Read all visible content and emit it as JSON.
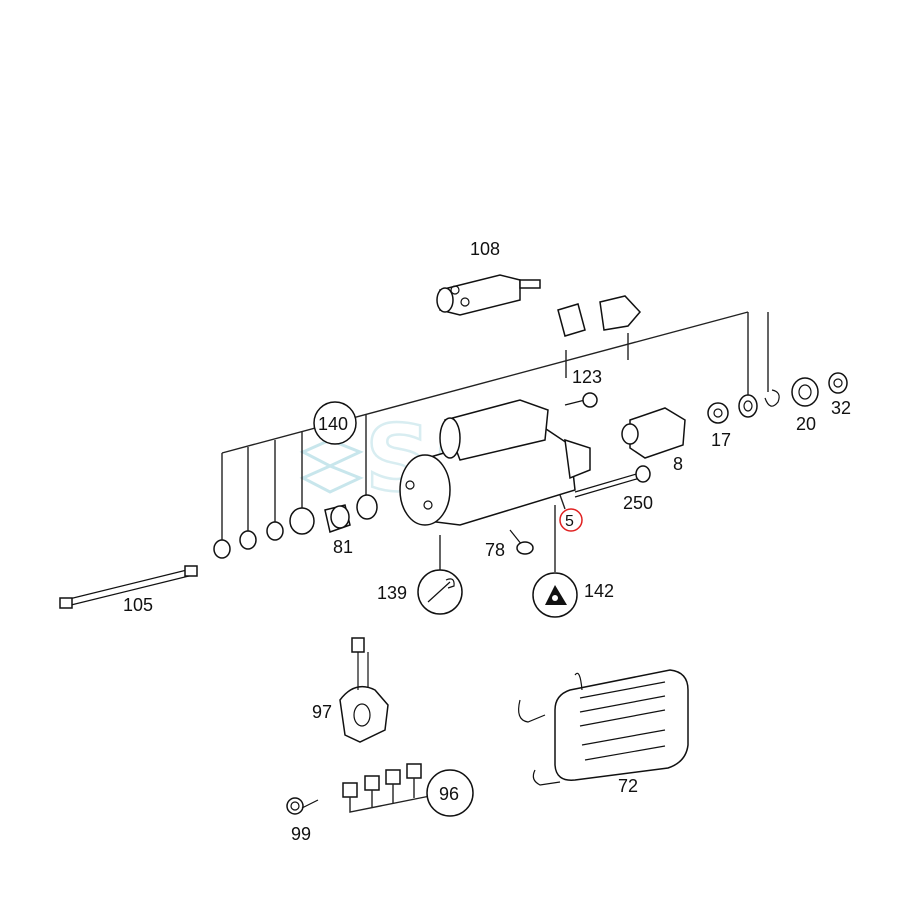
{
  "watermark": {
    "text": "SQL"
  },
  "labels": {
    "p108": "108",
    "p123": "123",
    "p140": "140",
    "p8": "8",
    "p17": "17",
    "p20": "20",
    "p32": "32",
    "p250": "250",
    "p5": "5",
    "p81": "81",
    "p78": "78",
    "p139": "139",
    "p142": "142",
    "p105": "105",
    "p97": "97",
    "p72": "72",
    "p96": "96",
    "p99": "99"
  },
  "colors": {
    "highlight_circle": "#e02020",
    "line": "#111111",
    "watermark": "#c8e6ec"
  }
}
